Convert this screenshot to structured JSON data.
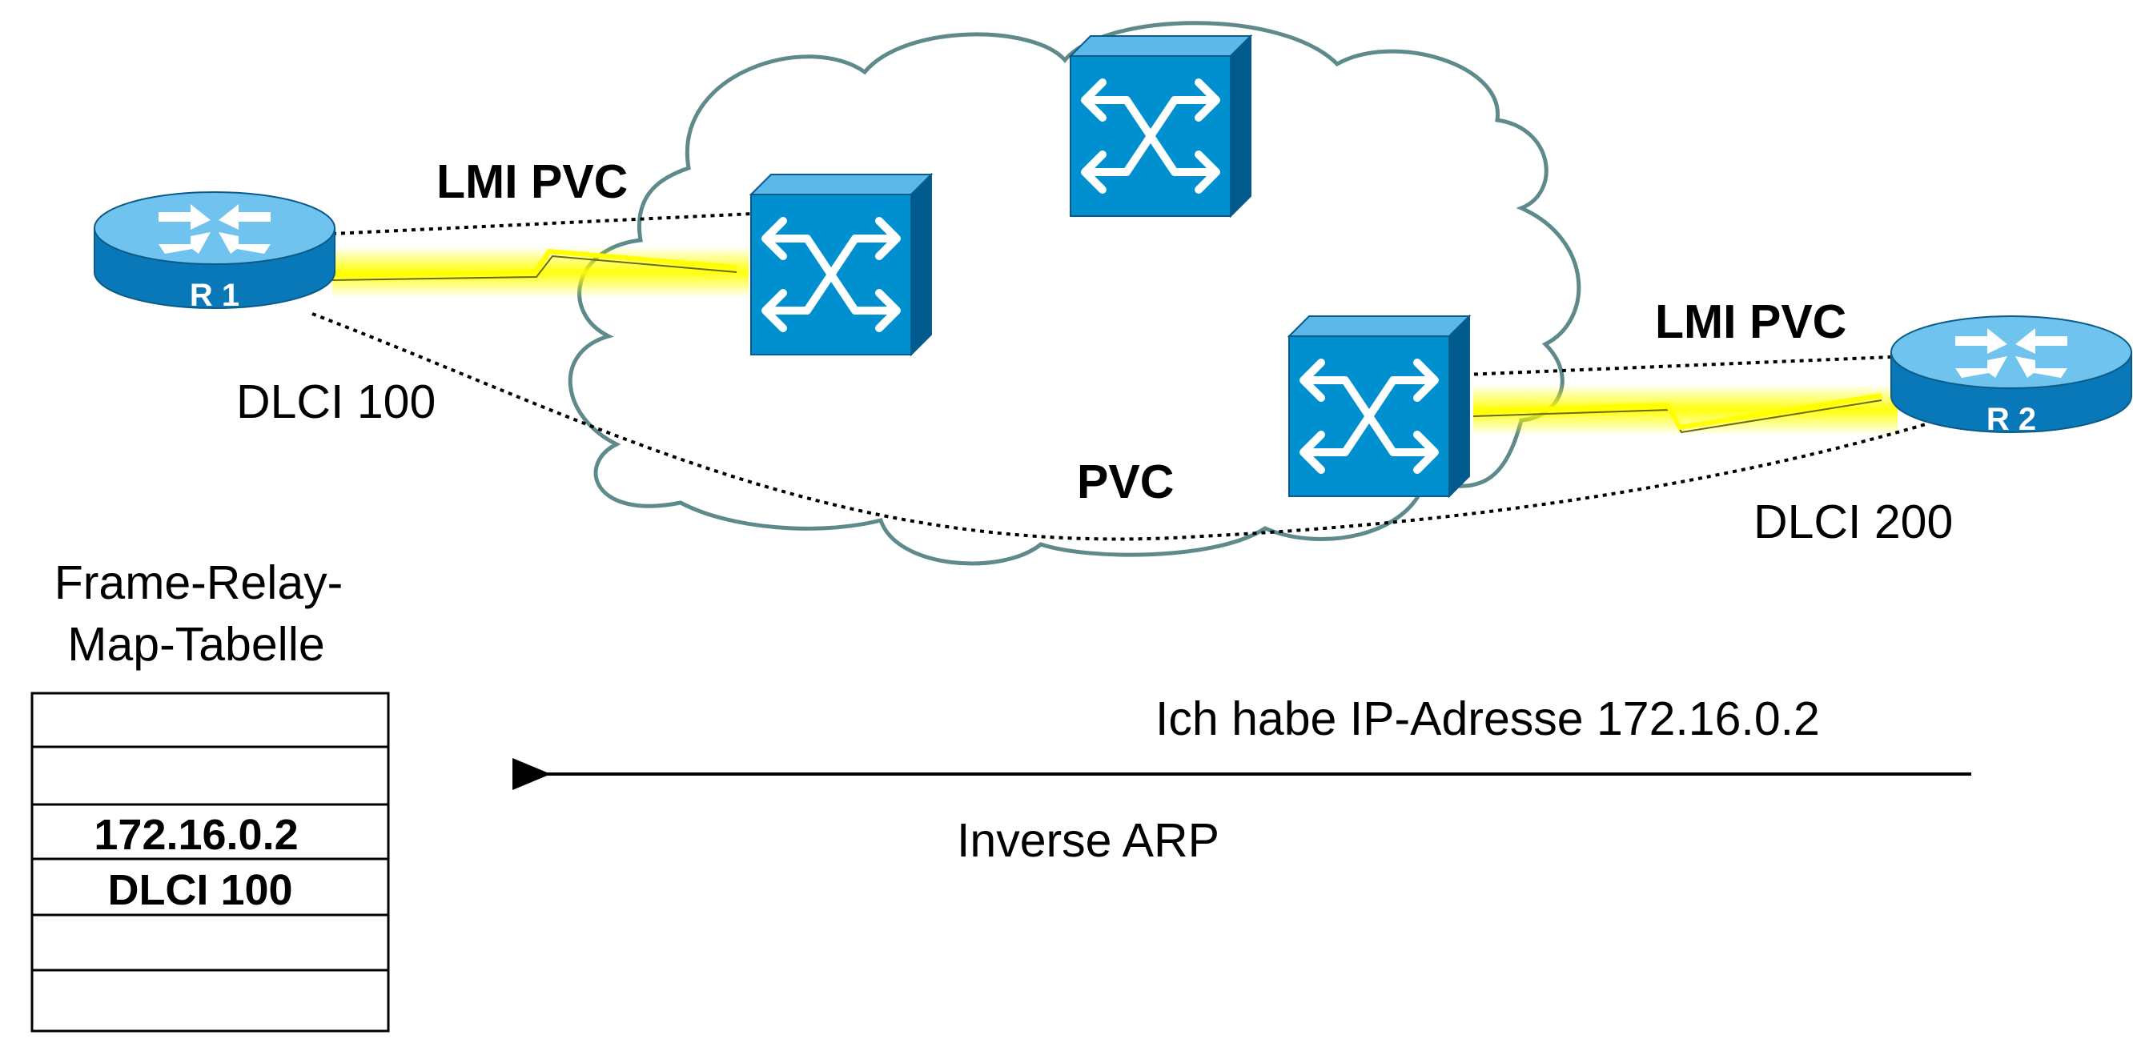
{
  "labels": {
    "lmi_pvc_left": "LMI PVC",
    "lmi_pvc_right": "LMI PVC",
    "pvc": "PVC",
    "dlci_left": "DLCI 100",
    "dlci_right": "DLCI 200",
    "table_title_1": "Frame-Relay-",
    "table_title_2": "Map-Tabelle",
    "message": "Ich habe IP-Adresse 172.16.0.2",
    "protocol": "Inverse ARP"
  },
  "routers": {
    "r1": "R 1",
    "r2": "R 2"
  },
  "map_table": {
    "ip": "172.16.0.2",
    "dlci": "DLCI 100"
  },
  "colors": {
    "switch_blue": "#0090d0",
    "router_blue": "#1a8fd0",
    "cloud_stroke": "#5f8a8c",
    "serial_link": "#ffff00"
  }
}
